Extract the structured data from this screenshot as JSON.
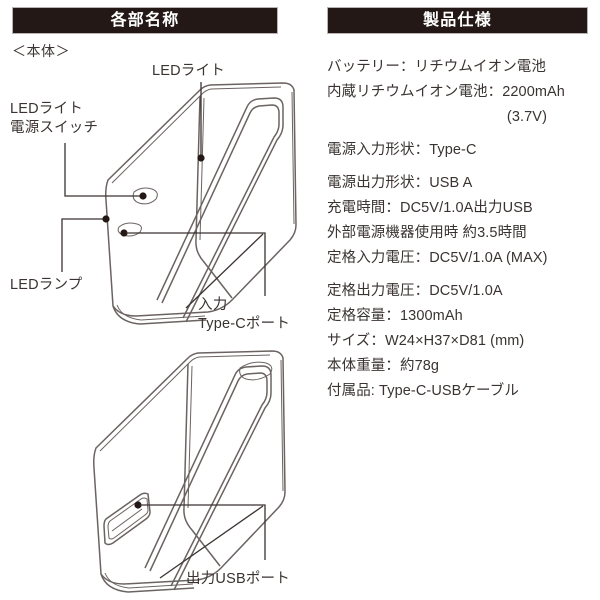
{
  "headers": {
    "left": "各部名称",
    "right": "製品仕様"
  },
  "left_panel": {
    "body_tag": "＜本体＞",
    "callouts": {
      "led_light": "LEDライト",
      "power_switch_line1": "LEDライト",
      "power_switch_line2": "電源スイッチ",
      "led_lamp": "LEDランプ",
      "input_typec_line1": "入力",
      "input_typec_line2": "Type-Cポート",
      "output_usb": "出力USBポート"
    }
  },
  "spec_list": [
    "バッテリー：リチウムイオン電池",
    "内蔵リチウムイオン電池：2200mAh",
    "(3.7V)",
    "電源入力形状：Type-C",
    "電源出力形状：USB A",
    "充電時間：DC5V/1.0A出力USB",
    "外部電源機器使用時 約3.5時間",
    "定格入力電圧：DC5V/1.0A (MAX)",
    "定格出力電圧：DC5V/1.0A",
    "定格容量：1300mAh",
    "サイズ：W24×H37×D81 (mm)",
    "本体重量：約78g",
    "付属品: Type-C-USBケーブル"
  ],
  "colors": {
    "header_bg": "#231815",
    "header_text": "#ffffff",
    "body_text": "#3a3331",
    "line_art": "#6b6361",
    "page_bg": "#ffffff"
  }
}
